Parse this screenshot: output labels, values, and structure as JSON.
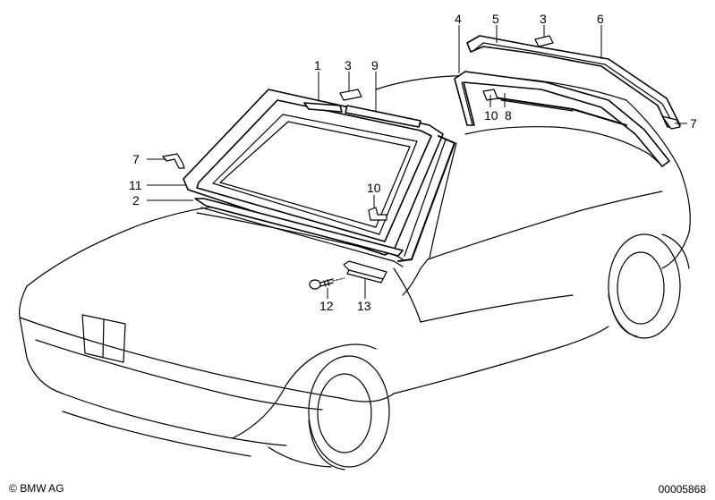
{
  "callouts": {
    "c1": "1",
    "c2": "2",
    "c3a": "3",
    "c3b": "3",
    "c4": "4",
    "c5": "5",
    "c6": "6",
    "c7a": "7",
    "c7b": "7",
    "c8": "8",
    "c9": "9",
    "c10a": "10",
    "c10b": "10",
    "c11": "11",
    "c12": "12",
    "c13": "13"
  },
  "footer": {
    "copyright_symbol": "©",
    "brand": "BMW AG",
    "diagram_number": "00005868"
  }
}
